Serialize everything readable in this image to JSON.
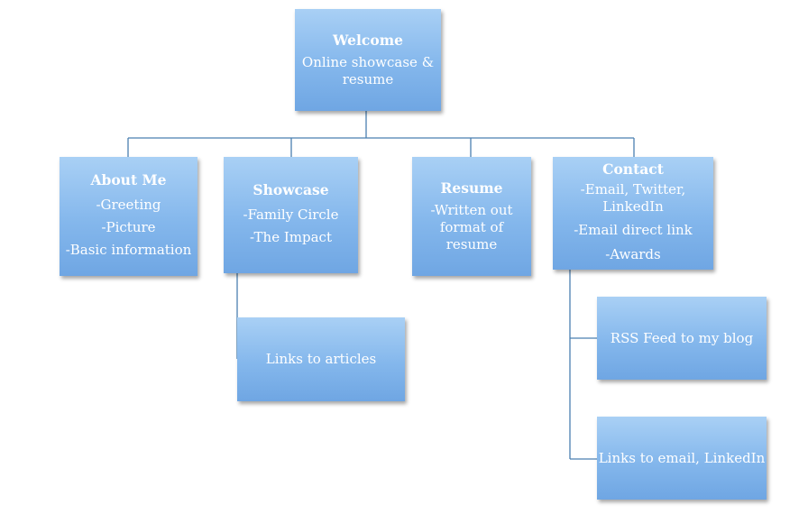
{
  "welcome": {
    "title": "Welcome",
    "lines": [
      "Online showcase &",
      "resume"
    ]
  },
  "about": {
    "title": "About Me",
    "lines": [
      "-Greeting",
      "-Picture",
      "-Basic information"
    ]
  },
  "showcase": {
    "title": "Showcase",
    "lines": [
      "-Family Circle",
      "-The Impact"
    ]
  },
  "resume": {
    "title": "Resume",
    "lines": [
      "-Written out",
      "format of",
      "resume"
    ]
  },
  "contact": {
    "title": "Contact",
    "lines": [
      "-Email, Twitter,",
      "LinkedIn",
      "-Email direct link",
      "-Awards"
    ]
  },
  "links_articles": {
    "label": "Links to articles"
  },
  "rss_feed": {
    "label": "RSS Feed to my blog"
  },
  "links_email": {
    "label": "Links to email, LinkedIn"
  },
  "colors": {
    "box_top": "#a9d0f5",
    "box_bottom": "#6fa6e3",
    "connector": "#4a7fb0"
  }
}
